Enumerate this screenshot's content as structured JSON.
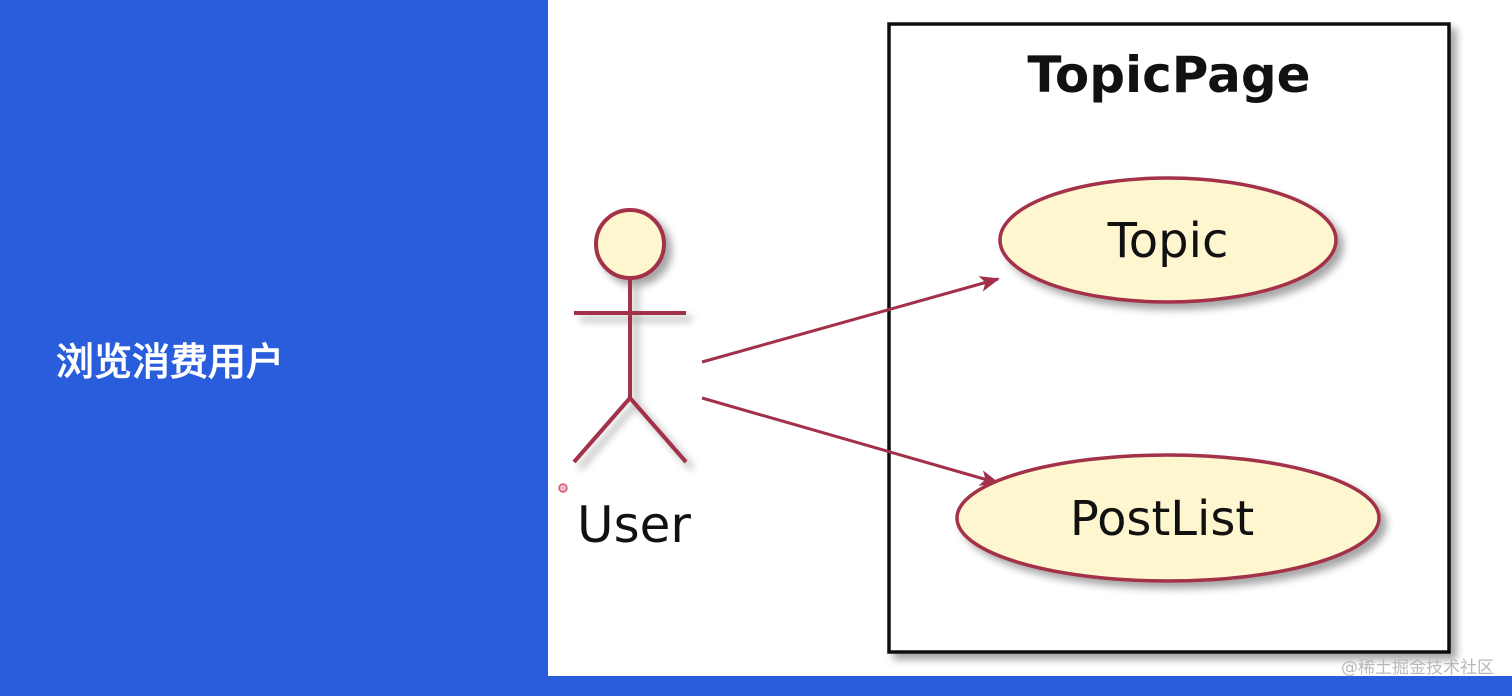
{
  "sidebar": {
    "title": "浏览消费用户"
  },
  "diagram": {
    "system_boundary": "TopicPage",
    "actor": "User",
    "use_cases": [
      {
        "label": "Topic"
      },
      {
        "label": "PostList"
      }
    ],
    "colors": {
      "accent_blue": "#2a5ddc",
      "actor_stroke": "#a3304a",
      "usecase_fill": "#fef6cf",
      "usecase_stroke": "#a3304a",
      "boundary_stroke": "#111111"
    }
  },
  "watermark": "@稀土掘金技术社区"
}
